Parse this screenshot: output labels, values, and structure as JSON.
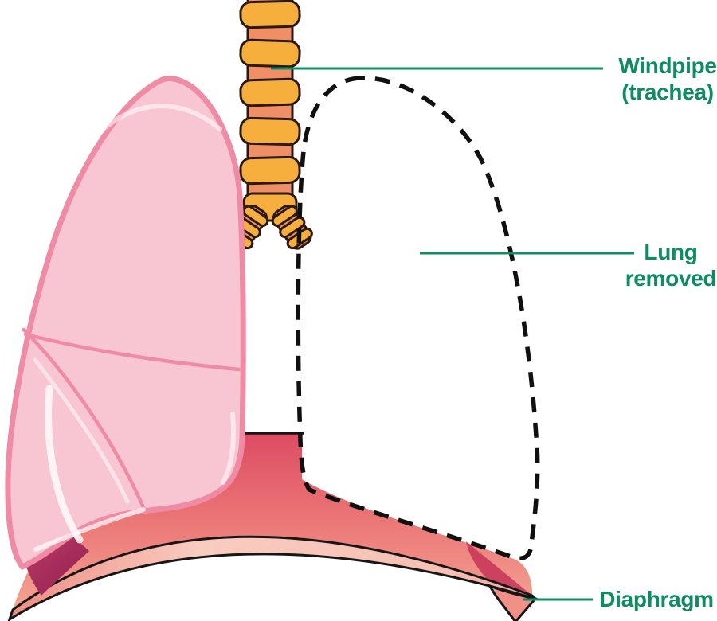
{
  "diagram": {
    "labels": {
      "windpipe": {
        "line1": "Windpipe",
        "line2": "(trachea)"
      },
      "lung_removed": {
        "line1": "Lung",
        "line2": "removed"
      },
      "diaphragm": {
        "text": "Diaphragm"
      }
    },
    "colors": {
      "label_green": "#0E8C62",
      "leader_line_green": "#0E8C62",
      "lung_pink": "#F8C6D3",
      "lung_outline_pink": "#EF8BA5",
      "trachea_ring_yellow": "#F6AE3C",
      "trachea_tube_salmon": "#F08F66",
      "trachea_outline": "#2B190F",
      "diaphragm_red_top": "#DC4A63",
      "diaphragm_salmon": "#F5A795",
      "diaphragm_light_band": "#F9CCC0",
      "diaphragm_shadow": "#8E2150",
      "dashed_outline_black": "#101010",
      "background": "#FFFFFF"
    }
  }
}
